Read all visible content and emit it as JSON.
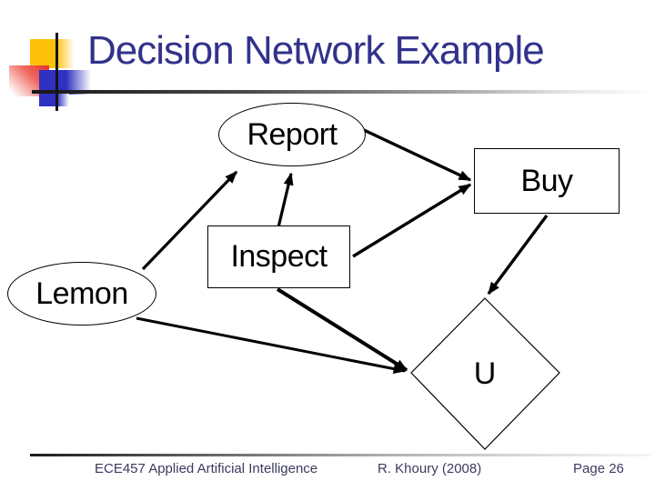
{
  "slide": {
    "title": "Decision Network Example"
  },
  "theme": {
    "title_color": "#32328c",
    "footer_text_color": "#3b3b5e",
    "node_outline_color": "#000000",
    "arrow_color": "#000000",
    "background_color": "#ffffff",
    "logo_yellow": "#fdc10c",
    "logo_red": "#e92f2b",
    "logo_blue": "#2f31c1"
  },
  "diagram": {
    "nodes": [
      {
        "id": "report",
        "shape": "ellipse",
        "label": "Report",
        "role": "chance-node"
      },
      {
        "id": "buy",
        "shape": "rectangle",
        "label": "Buy",
        "role": "decision-node"
      },
      {
        "id": "inspect",
        "shape": "rectangle",
        "label": "Inspect",
        "role": "decision-node"
      },
      {
        "id": "lemon",
        "shape": "ellipse",
        "label": "Lemon",
        "role": "chance-node"
      },
      {
        "id": "utility",
        "shape": "diamond",
        "label": "U",
        "role": "utility-node"
      }
    ],
    "edges": [
      {
        "from": "lemon",
        "to": "report"
      },
      {
        "from": "inspect",
        "to": "report"
      },
      {
        "from": "report",
        "to": "buy"
      },
      {
        "from": "inspect",
        "to": "buy"
      },
      {
        "from": "buy",
        "to": "utility"
      },
      {
        "from": "inspect",
        "to": "utility"
      },
      {
        "from": "lemon",
        "to": "utility"
      }
    ]
  },
  "footer": {
    "course": "ECE457 Applied Artificial Intelligence",
    "author": "R. Khoury (2008)",
    "page": "Page 26"
  }
}
